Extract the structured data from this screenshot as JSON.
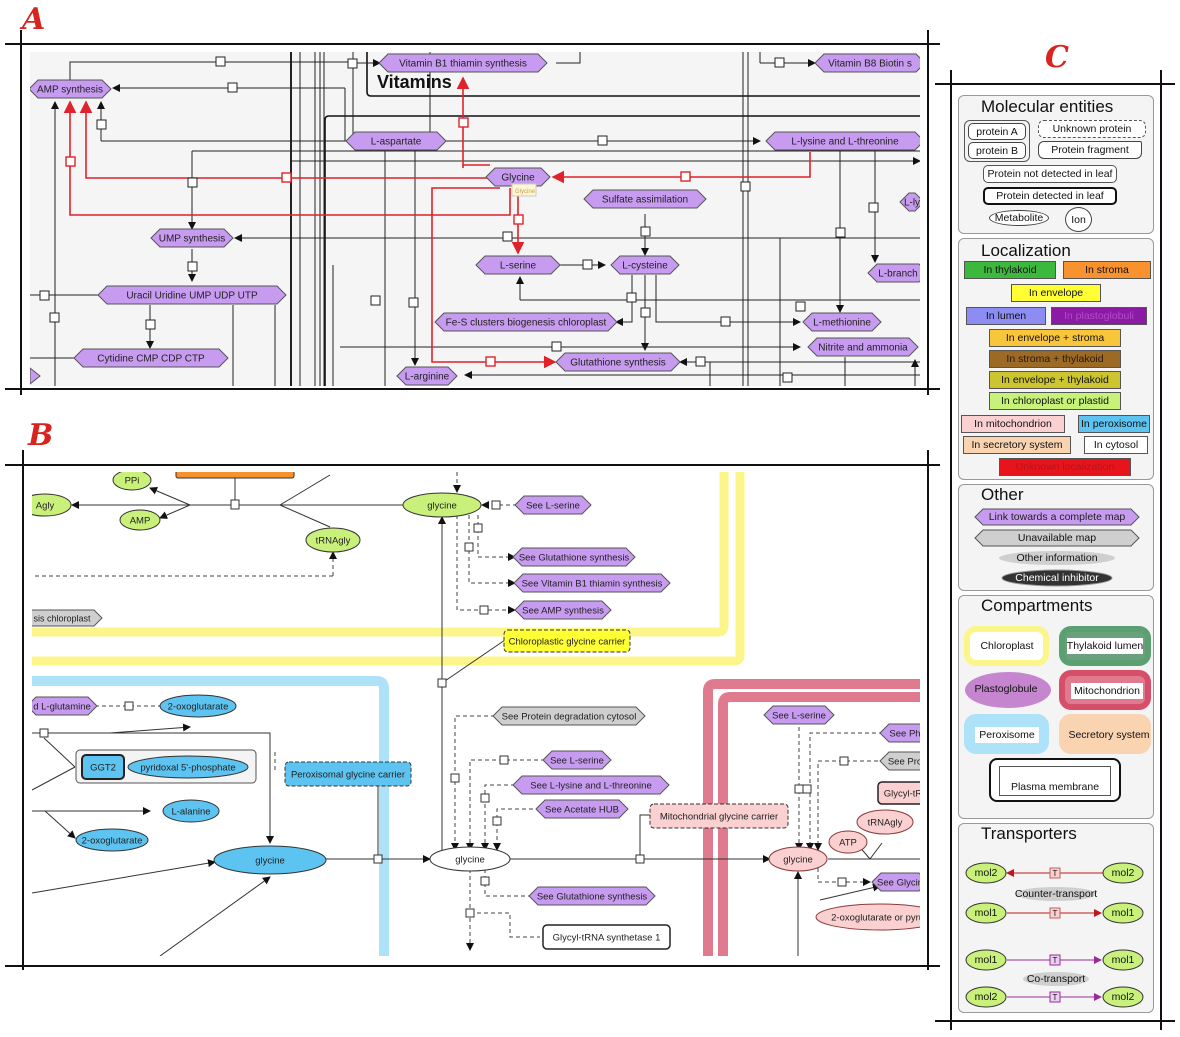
{
  "panels": {
    "a_label": "A",
    "b_label": "B",
    "c_label": "C"
  },
  "panel_a": {
    "group_title": "Vitamins",
    "nodes": {
      "amp": "AMP synthesis",
      "vitb1": "Vitamin B1 thiamin synthesis",
      "vitb8": "Vitamin B8 Biotin s",
      "asp": "L-aspartate",
      "lys": "L-lysine and L-threonine",
      "gly": "Glycine",
      "gly_tip": "Glycine",
      "sulf": "Sulfate assimilation",
      "ly_cut": "L-ly",
      "ump": "UMP synthesis",
      "ser": "L-serine",
      "cys": "L-cysteine",
      "branch": "L-branch",
      "uracil": "Uracil Uridine UMP UDP UTP",
      "fes": "Fe-S clusters biogenesis chloroplast",
      "met": "L-methionine",
      "cyt": "Cytidine CMP CDP CTP",
      "nitrite": "Nitrite and ammonia",
      "glut": "Glutathione synthesis",
      "arg": "L-arginine"
    }
  },
  "panel_b": {
    "nodes": {
      "agly": "Agly",
      "ppi": "PPi",
      "amp": "AMP",
      "trnagly": "tRNAgly",
      "gly_chloro": "glycine",
      "see_ser1": "See L-serine",
      "see_glut1": "See Glutathione synthesis",
      "see_vitb1": "See Vitamin B1 thiamin synthesis",
      "see_amp": "See AMP synthesis",
      "fes_cut": "sis chloroplast",
      "chloro_carrier": "Chloroplastic glycine carrier",
      "glutamine": "d L-glutamine",
      "oxo1": "2-oxoglutarate",
      "ggt2": "GGT2",
      "plp": "pyridoxal 5'-phosphate",
      "perox_carrier": "Peroxisomal glycine carrier",
      "alanine": "L-alanine",
      "oxo2": "2-oxoglutarate",
      "gly_perox": "glycine",
      "see_protdeg": "See Protein degradation cytosol",
      "see_ser2": "See L-serine",
      "see_lys": "See L-lysine and L-threonine",
      "see_acetate": "See Acetate HUB",
      "gly_cyto": "glycine",
      "mito_carrier": "Mitochondrial glycine carrier",
      "see_glut2": "See Glutathione synthesis",
      "glycyl1": "Glycyl-tRNA synthetase 1",
      "see_ser3": "See L-serine",
      "see_ph": "See Ph",
      "see_pro": "See Pro",
      "glycyl_cut": "Glycyl-tR",
      "trnagly_m": "tRNAgly",
      "atp": "ATP",
      "gly_mito": "glycine",
      "see_glyc": "See Glycin",
      "oxo_pyr": "2-oxoglutarate or pyruv"
    }
  },
  "legend": {
    "molecular": {
      "title": "Molecular entities",
      "protein_a": "protein A",
      "protein_b": "protein B",
      "unknown_protein": "Unknown protein",
      "protein_fragment": "Protein fragment",
      "not_detected": "Protein not detected in leaf",
      "detected": "Protein detected in leaf",
      "metabolite": "Metabolite",
      "ion": "Ion"
    },
    "localization": {
      "title": "Localization",
      "items": [
        {
          "label": "In thylakoid",
          "color": "#3cb83c"
        },
        {
          "label": "In stroma",
          "color": "#f7922e"
        },
        {
          "label": "In envelope",
          "color": "#ffff33"
        },
        {
          "label": "In lumen",
          "color": "#8c8cf2"
        },
        {
          "label": "In plastoglobuli",
          "color": "#8c1aa6"
        },
        {
          "label": "In envelope + stroma",
          "color": "#f9c53a"
        },
        {
          "label": "In stroma + thylakoid",
          "color": "#9c6a24"
        },
        {
          "label": "In envelope + thylakoid",
          "color": "#cdc530"
        },
        {
          "label": "In chloroplast or plastid",
          "color": "#c6f27a"
        },
        {
          "label": "In mitochondrion",
          "color": "#fbd0d0"
        },
        {
          "label": "In peroxisome",
          "color": "#5dc3f0"
        },
        {
          "label": "In secretory system",
          "color": "#fad3b0"
        },
        {
          "label": "In cytosol",
          "color": "#ffffff"
        },
        {
          "label": "Unknown localization",
          "color": "#e8141c"
        }
      ]
    },
    "other": {
      "title": "Other",
      "link_map": "Link towards a complete map",
      "unavailable_map": "Unavailable map",
      "other_info": "Other information",
      "inhibitor": "Chemical inhibitor"
    },
    "compartments": {
      "title": "Compartments",
      "chloroplast": "Chloroplast",
      "thylakoid_lumen": "Thylakoid lumen",
      "plastoglobule": "Plastoglobule",
      "mitochondrion": "Mitochondrion",
      "peroxisome": "Peroxisome",
      "secretory": "Secretory system",
      "plasma_membrane": "Plasma membrane"
    },
    "transporters": {
      "title": "Transporters",
      "mol1": "mol1",
      "mol2": "mol2",
      "t": "T",
      "counter": "Counter-transport",
      "co": "Co-transport"
    }
  },
  "colors": {
    "pathway_fill": "#c79bf0",
    "unavailable_fill": "#cfcfcf",
    "metabolite_green": "#c8f07a",
    "peroxisome_blue": "#5dc3f0",
    "mito_pink": "#fbd0d0",
    "highlight_red": "#e0222a"
  }
}
